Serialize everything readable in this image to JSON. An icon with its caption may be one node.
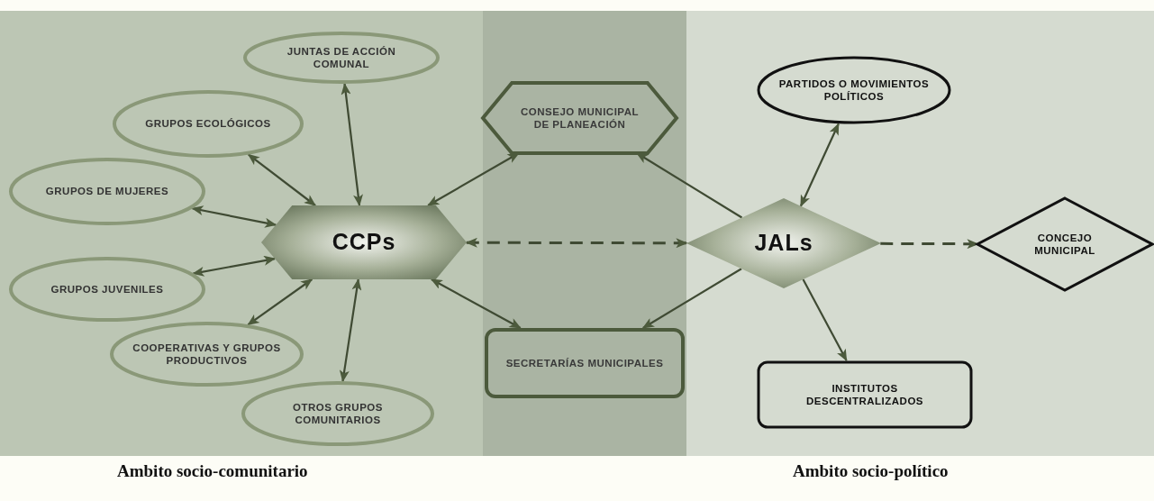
{
  "diagram": {
    "nodes": [
      {
        "text": [
          "CCPs"
        ]
      },
      {
        "text": [
          "JUNTAS DE ACCIÓN COMUNAL"
        ]
      },
      {
        "text": [
          "GRUPOS ECOLÓGICOS"
        ]
      },
      {
        "text": [
          "GRUPOS DE MUJERES"
        ]
      },
      {
        "text": [
          "GRUPOS JUVENILES"
        ]
      },
      {
        "text": [
          "COOPERATIVAS Y GRUPOS PRODUCTIVOS"
        ]
      },
      {
        "text": [
          "OTROS GRUPOS COMUNITARIOS"
        ]
      },
      {
        "text": [
          "CONSEJO MUNICIPAL DE PLANEACIÓN"
        ]
      },
      {
        "text": [
          "SECRETARÍAS MUNICIPALES"
        ]
      },
      {
        "text": [
          "JALs"
        ]
      },
      {
        "text": [
          "PARTIDOS O MOVIMIENTOS POLÍTICOS"
        ]
      },
      {
        "text": [
          "CONCEJO MUNICIPAL"
        ]
      },
      {
        "text": [
          "INSTITUTOS DESCENTRALIZADOS"
        ]
      }
    ],
    "edges": [
      {
        "from": 0,
        "to": 1,
        "arrow": "both"
      },
      {
        "from": 0,
        "to": 2,
        "arrow": "both"
      },
      {
        "from": 0,
        "to": 3,
        "arrow": "both"
      },
      {
        "from": 0,
        "to": 4,
        "arrow": "both"
      },
      {
        "from": 0,
        "to": 5,
        "arrow": "both"
      },
      {
        "from": 0,
        "to": 6,
        "arrow": "both"
      },
      {
        "from": 0,
        "to": 7,
        "arrow": "both"
      },
      {
        "from": 0,
        "to": 8,
        "arrow": "both"
      },
      {
        "from": 0,
        "to": 9,
        "arrow": "both",
        "style": "dashed"
      },
      {
        "from": 9,
        "to": 7,
        "arrow": "to"
      },
      {
        "from": 9,
        "to": 10,
        "arrow": "both"
      },
      {
        "from": 9,
        "to": 11,
        "arrow": "to",
        "style": "dashed"
      },
      {
        "from": 9,
        "to": 8,
        "arrow": "to"
      },
      {
        "from": 9,
        "to": 12,
        "arrow": "to"
      }
    ],
    "labels": [
      "Ambito socio-comunitario",
      "Ambito socio-político"
    ]
  }
}
